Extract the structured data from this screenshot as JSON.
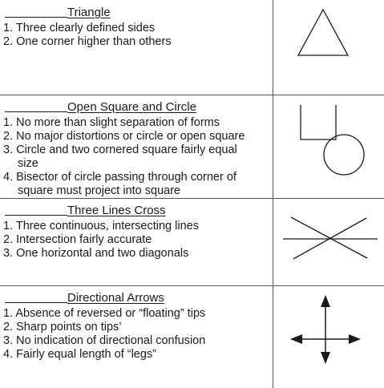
{
  "sections": [
    {
      "title": "Triangle",
      "items": [
        {
          "lines": [
            "1. Three clearly defined sides"
          ]
        },
        {
          "lines": [
            "2. One corner higher than others"
          ]
        }
      ],
      "figure": "triangle"
    },
    {
      "title": "Open Square and Circle",
      "items": [
        {
          "lines": [
            "1. No more than slight separation of forms"
          ]
        },
        {
          "lines": [
            "2. No major distortions or circle or open square"
          ]
        },
        {
          "lines": [
            "3. Circle and two cornered square fairly equal",
            "size"
          ]
        },
        {
          "lines": [
            "4. Bisector of circle passing through corner of",
            "square must project into square"
          ]
        }
      ],
      "figure": "open-square-and-circle"
    },
    {
      "title": "Three Lines Cross",
      "items": [
        {
          "lines": [
            "1. Three continuous, intersecting lines"
          ]
        },
        {
          "lines": [
            "2. Intersection fairly accurate"
          ]
        },
        {
          "lines": [
            "3. One horizontal and two diagonals"
          ]
        }
      ],
      "figure": "three-lines-cross"
    },
    {
      "title": "Directional Arrows",
      "items": [
        {
          "lines": [
            "1. Absence of reversed or “floating” tips"
          ]
        },
        {
          "lines": [
            "2. Sharp points on tips’"
          ]
        },
        {
          "lines": [
            "3. No indication of directional confusion"
          ]
        },
        {
          "lines": [
            "4. Fairly equal length of “legs”"
          ]
        }
      ],
      "figure": "directional-arrows"
    }
  ]
}
